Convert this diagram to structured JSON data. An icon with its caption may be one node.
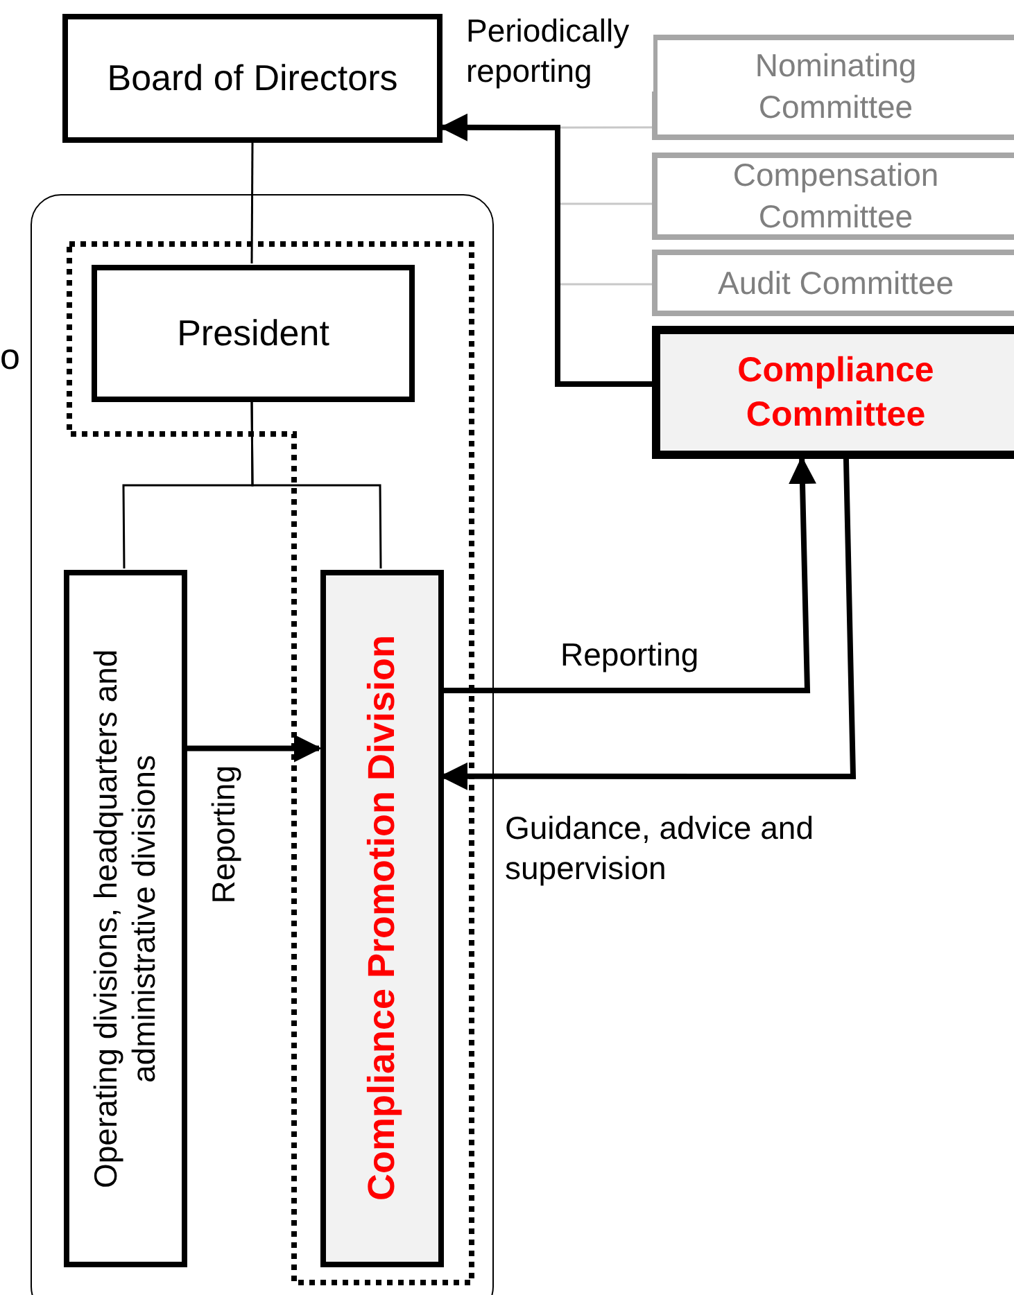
{
  "diagram": {
    "nodes": [
      {
        "text": [
          "Board of Directors"
        ]
      },
      {
        "text": [
          "Nominating Committee"
        ]
      },
      {
        "text": [
          "Compensation Committee"
        ]
      },
      {
        "text": [
          "Audit Committee"
        ]
      },
      {
        "text": [
          "Compliance Committee"
        ]
      },
      {
        "text": [],
        "shape": "box"
      },
      {
        "text": [
          "President"
        ],
        "in": 5
      },
      {
        "text": [
          "Operating divisions, headquarters and administrative divisions"
        ],
        "in": 5
      },
      {
        "text": [
          "Compliance Promotion Division"
        ],
        "in": 5
      }
    ],
    "edges": [
      {
        "from": 0,
        "to": 6,
        "arrow": "none"
      },
      {
        "from": 6,
        "to": 7,
        "arrow": "none"
      },
      {
        "from": 6,
        "to": 8,
        "arrow": "none"
      },
      {
        "from": 1,
        "to": 0,
        "arrow": "none",
        "color": "#c8c8c8"
      },
      {
        "from": 2,
        "to": 0,
        "arrow": "none",
        "color": "#c8c8c8"
      },
      {
        "from": 3,
        "to": 0,
        "arrow": "none",
        "color": "#c8c8c8"
      },
      {
        "from": 4,
        "to": 0,
        "arrow": "to",
        "style": "thick",
        "label": "Periodically reporting"
      },
      {
        "from": 7,
        "to": 8,
        "arrow": "to",
        "style": "thick",
        "label": "Reporting"
      },
      {
        "from": 8,
        "to": 4,
        "arrow": "to",
        "style": "thick",
        "label": "Reporting"
      },
      {
        "from": 4,
        "to": 8,
        "arrow": "to",
        "style": "thick",
        "label": "Guidance, advice and supervision"
      }
    ],
    "labels": [
      "o"
    ]
  }
}
